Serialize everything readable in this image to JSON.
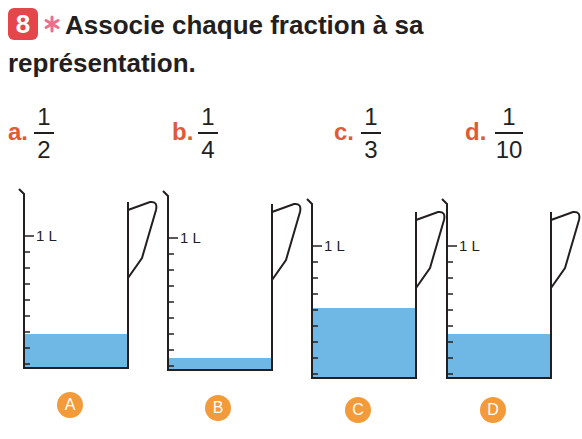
{
  "diagram": {
    "title": "Associe chaque fraction à sa représentation.",
    "nodes": [
      {
        "text": [
          "8"
        ]
      },
      {
        "text": [
          "1 L"
        ]
      },
      {
        "text": [
          "1 L"
        ]
      },
      {
        "text": [
          "1 L"
        ]
      },
      {
        "text": [
          "1 L"
        ]
      },
      {
        "text": [
          "A"
        ]
      },
      {
        "text": [
          "B"
        ]
      },
      {
        "text": [
          "C"
        ]
      },
      {
        "text": [
          "D"
        ]
      }
    ],
    "labels": [
      "a.",
      "1",
      "2",
      "b.",
      "1",
      "4",
      "c.",
      "1",
      "3",
      "d.",
      "1",
      "10"
    ]
  }
}
